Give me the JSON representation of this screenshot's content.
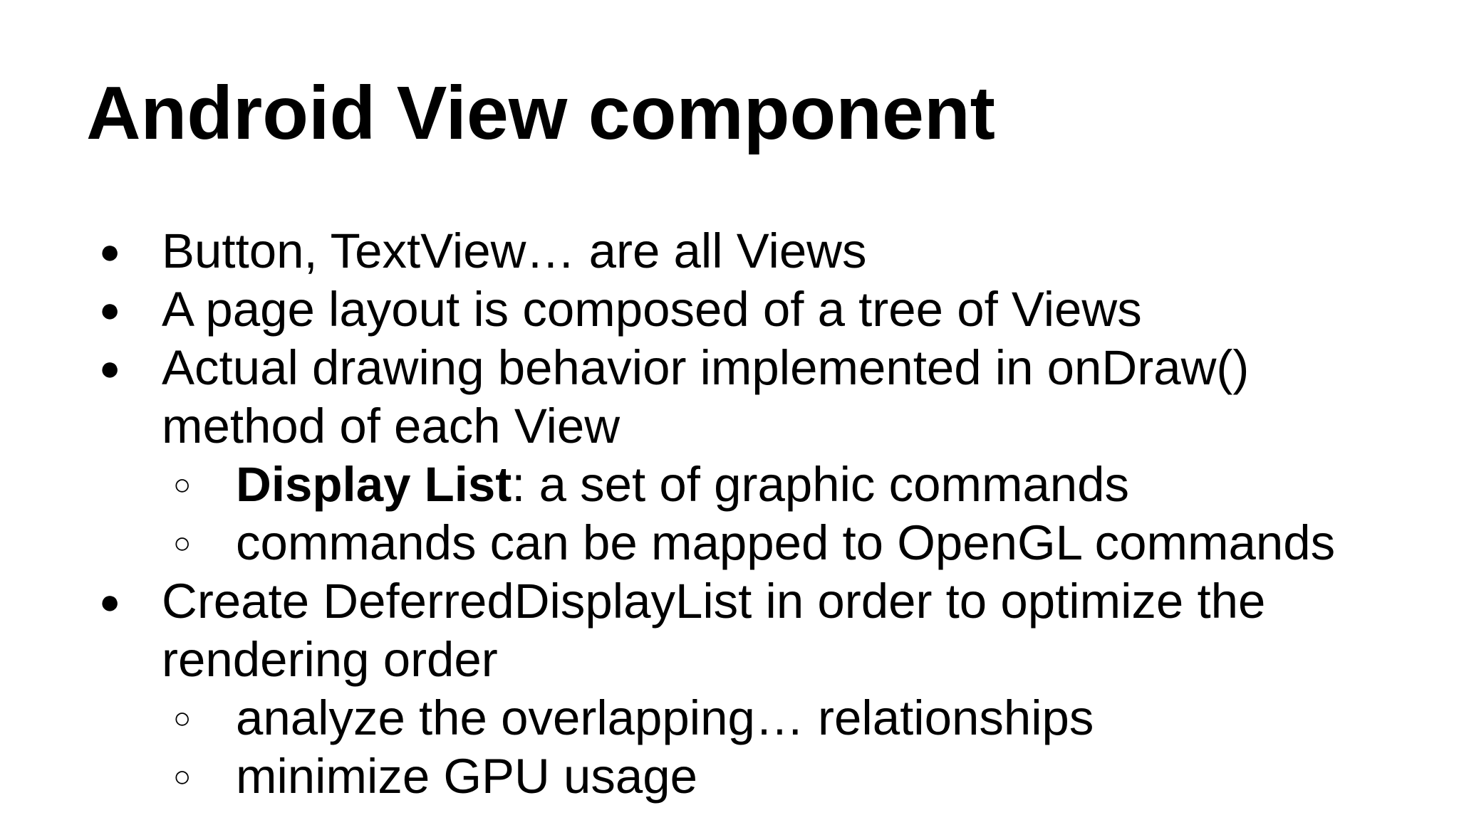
{
  "title": "Android View component",
  "bullets": [
    {
      "level": 1,
      "marker": "●",
      "lines": [
        "Button, TextView… are all Views"
      ]
    },
    {
      "level": 1,
      "marker": "●",
      "lines": [
        "A page layout is composed of a tree of Views"
      ]
    },
    {
      "level": 1,
      "marker": "●",
      "lines": [
        "Actual drawing behavior implemented in onDraw()",
        "method of each View"
      ]
    },
    {
      "level": 2,
      "marker": "○",
      "bold": "Display List",
      "rest": ": a set of graphic commands"
    },
    {
      "level": 2,
      "marker": "○",
      "lines": [
        "commands can be mapped to OpenGL commands"
      ]
    },
    {
      "level": 1,
      "marker": "●",
      "lines": [
        "Create DeferredDisplayList in order to optimize the",
        "rendering order"
      ]
    },
    {
      "level": 2,
      "marker": "○",
      "lines": [
        "analyze the overlapping… relationships"
      ]
    },
    {
      "level": 2,
      "marker": "○",
      "lines": [
        "minimize GPU usage"
      ]
    }
  ]
}
